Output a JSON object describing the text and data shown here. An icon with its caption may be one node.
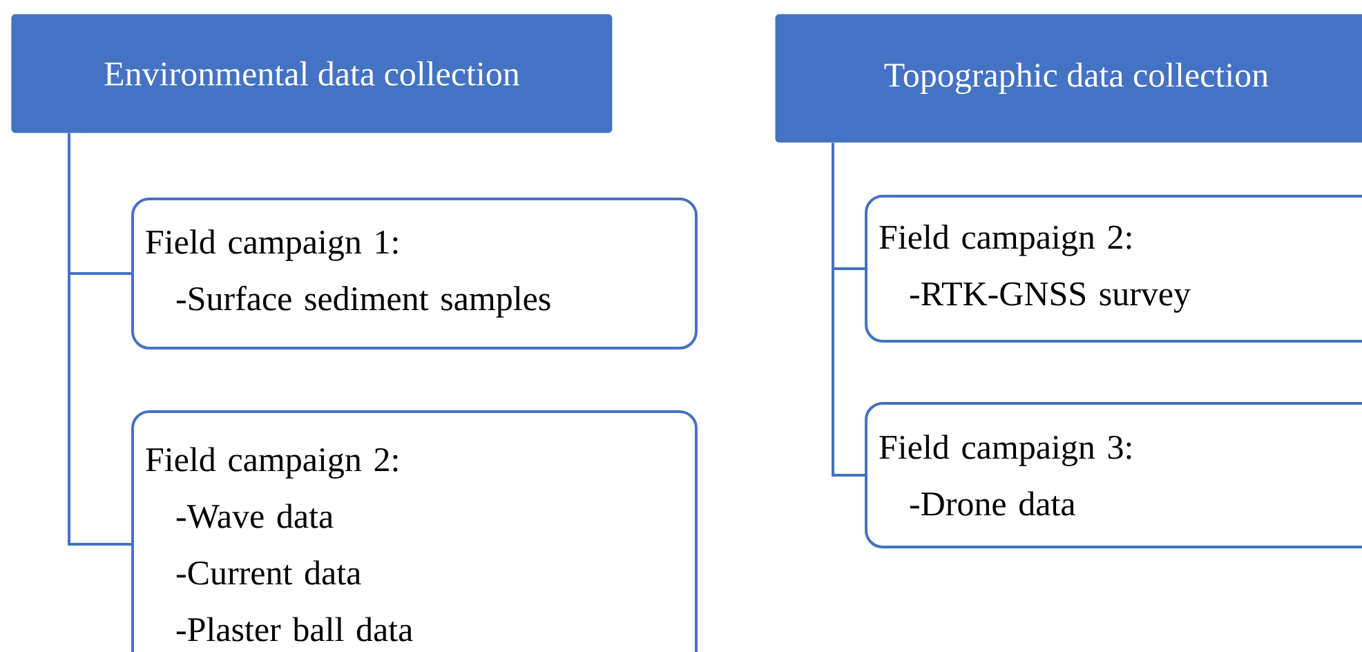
{
  "diagram": {
    "nodes": [
      {
        "text": [
          "Environmental data collection"
        ]
      },
      {
        "text": [
          "Field campaign 1:",
          "-Surface sediment samples"
        ]
      },
      {
        "text": [
          "Field campaign 2:",
          "-Wave data",
          "-Current data",
          "-Plaster ball data"
        ]
      },
      {
        "text": [
          "Topographic data collection"
        ]
      },
      {
        "text": [
          "Field campaign 2:",
          "-RTK-GNSS survey"
        ]
      },
      {
        "text": [
          "Field campaign 3:",
          "-Drone data"
        ]
      }
    ],
    "edges": [
      {
        "from": 0,
        "to": 1,
        "arrow": "none"
      },
      {
        "from": 0,
        "to": 2,
        "arrow": "none"
      },
      {
        "from": 3,
        "to": 4,
        "arrow": "none"
      },
      {
        "from": 3,
        "to": 5,
        "arrow": "none"
      }
    ]
  }
}
